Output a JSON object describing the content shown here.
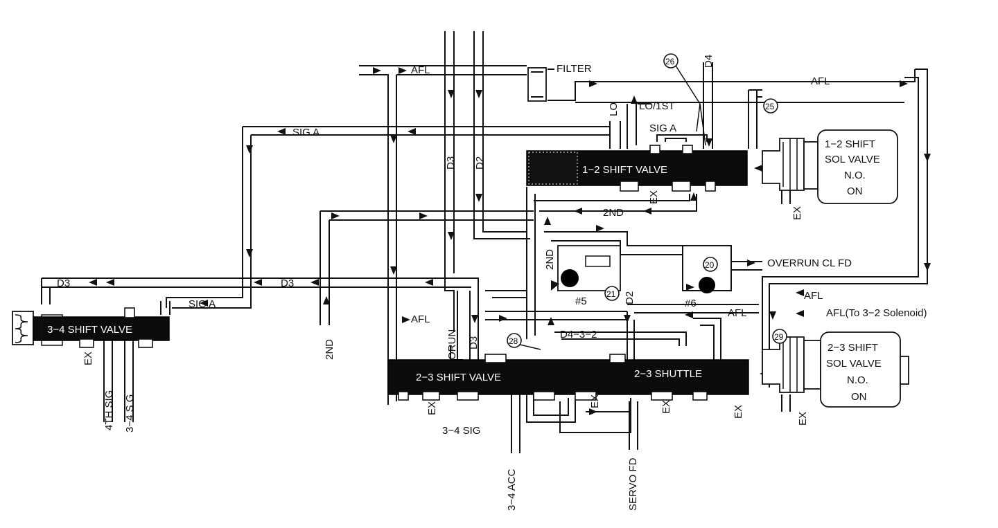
{
  "labels": {
    "afl": "AFL",
    "filter": "FILTER",
    "sig_a": "SIG A",
    "lo": "LO",
    "lo_1st": "LO/1ST",
    "d4": "D4",
    "d3": "D3",
    "d2": "D2",
    "nd2": "2ND",
    "ex": "EX",
    "orun": "ORUN",
    "overrun_cl_fd": "OVERRUN CL FD",
    "afl_to_32": "AFL(To 3−2 Solenoid)",
    "d432": "D4−3−2",
    "sig_34": "3−4 SIG",
    "acc_34": "3−4 ACC",
    "servo_fd": "SERVO FD",
    "th4_sig": "4TH SIG",
    "sig_34_v": "3−4 S G",
    "check_5": "#5",
    "check_6": "#6"
  },
  "valves": {
    "v12": "1−2 SHIFT VALVE",
    "v23": "2−3 SHIFT VALVE",
    "v34": "3−4 SHIFT VALVE",
    "shuttle": "2−3 SHUTTLE"
  },
  "solenoids": {
    "s12": {
      "line1": "1−2 SHIFT",
      "line2": "SOL VALVE",
      "line3": "N.O.",
      "line4": "ON"
    },
    "s23": {
      "line1": "2−3 SHIFT",
      "line2": "SOL VALVE",
      "line3": "N.O.",
      "line4": "ON"
    }
  },
  "callouts": {
    "c20": "20",
    "c21": "21",
    "c25": "25",
    "c26": "26",
    "c28": "28",
    "c29": "29"
  },
  "colors": {
    "ink": "#111111",
    "paper": "#ffffff",
    "valve_fill": "#0c0c0c"
  }
}
